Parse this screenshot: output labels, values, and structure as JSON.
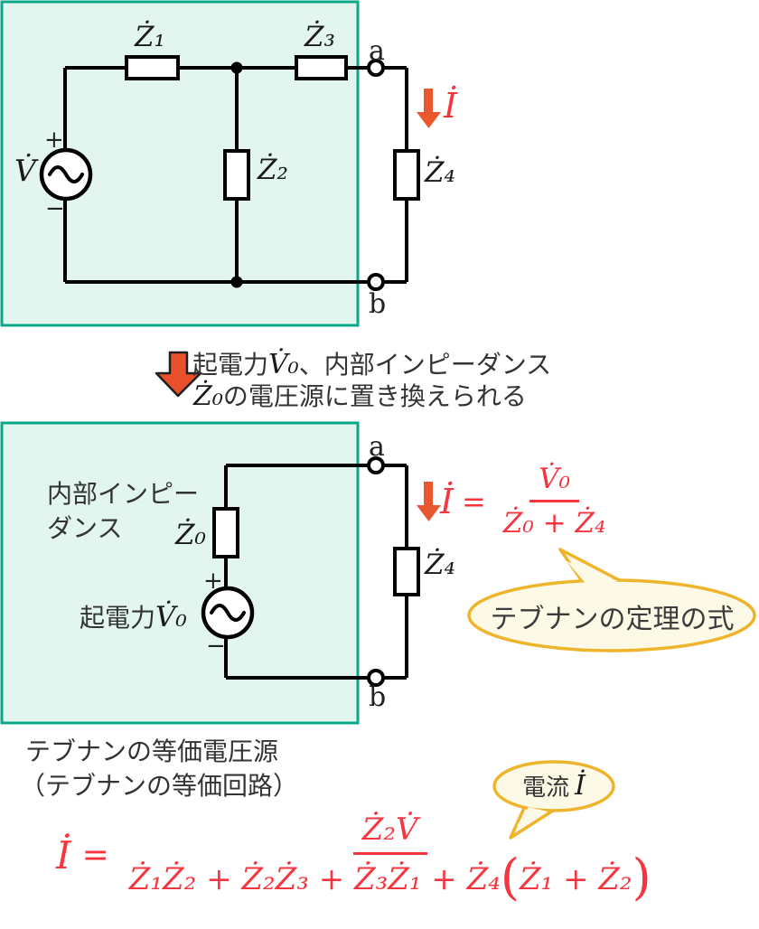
{
  "colors": {
    "box_fill": "#e2f5ee",
    "box_border": "#0aa789",
    "formula_red": "#f7353f",
    "current_arrow_orange": "#e8572e",
    "big_arrow_orange": "#e8512b",
    "bubble_border": "#eeb42c",
    "bubble_fill": "#fdf9e7",
    "text_dark": "#333333"
  },
  "circuit1": {
    "source_label": "V̇",
    "plus": "+",
    "minus": "−",
    "z1": "Ż₁",
    "z2": "Ż₂",
    "z3": "Ż₃",
    "z4": "Ż₄",
    "terminal_a": "a",
    "terminal_b": "b",
    "current": "İ"
  },
  "transform_note": {
    "line1_prefix": "起電力",
    "line1_math": "V̇₀",
    "line1_suffix": "、内部インピーダンス",
    "line2_math": "Ż₀",
    "line2_suffix": "の電圧源に置き換えられる"
  },
  "circuit2": {
    "impedance_label_line1": "内部インピー",
    "impedance_label_line2": "ダンス",
    "z0": "Ż₀",
    "emf_prefix": "起電力",
    "emf_math": "V̇₀",
    "plus": "+",
    "minus": "−",
    "z4": "Ż₄",
    "terminal_a": "a",
    "terminal_b": "b",
    "current": "İ",
    "formula": {
      "lhs": "İ",
      "equals": "=",
      "numerator": "V̇₀",
      "denominator": "Ż₀ + Ż₄"
    }
  },
  "bubble_theorem": {
    "text": "テブナンの定理の式"
  },
  "caption": {
    "line1": "テブナンの等価電圧源",
    "line2": "（テブナンの等価回路）"
  },
  "bubble_current": {
    "prefix": "電流",
    "math": "İ"
  },
  "formula_main": {
    "lhs": "İ",
    "equals": "=",
    "numerator": "Ż₂V̇",
    "denominator_main": "Ż₁Ż₂ + Ż₂Ż₃ + Ż₃Ż₁ + Ż₄",
    "paren_open": "(",
    "denominator_paren": "Ż₁ + Ż₂",
    "paren_close": ")"
  }
}
